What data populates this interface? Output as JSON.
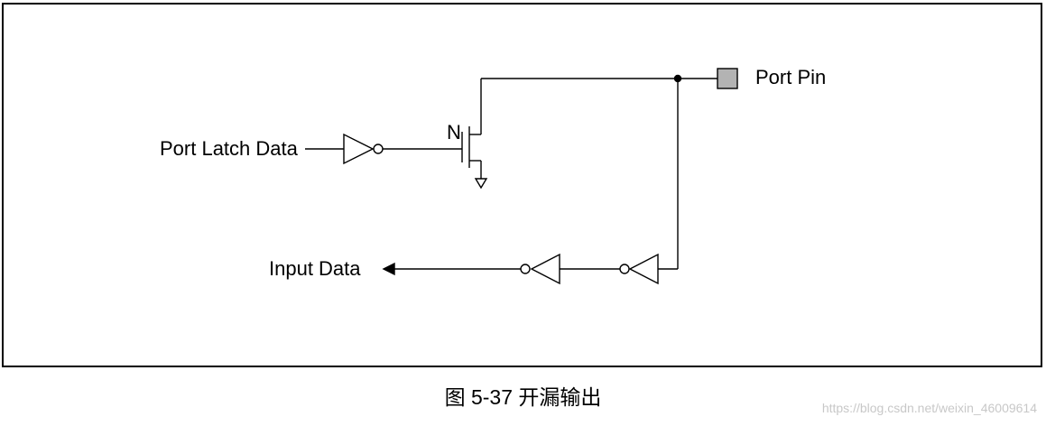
{
  "diagram": {
    "labels": {
      "port_latch_data": "Port Latch Data",
      "transistor": "N",
      "port_pin": "Port Pin",
      "input_data": "Input Data"
    },
    "colors": {
      "wire": "#000000",
      "pin_fill": "#b3b3b3"
    }
  },
  "caption": "图 5-37 开漏输出",
  "watermark": "https://blog.csdn.net/weixin_46009614"
}
